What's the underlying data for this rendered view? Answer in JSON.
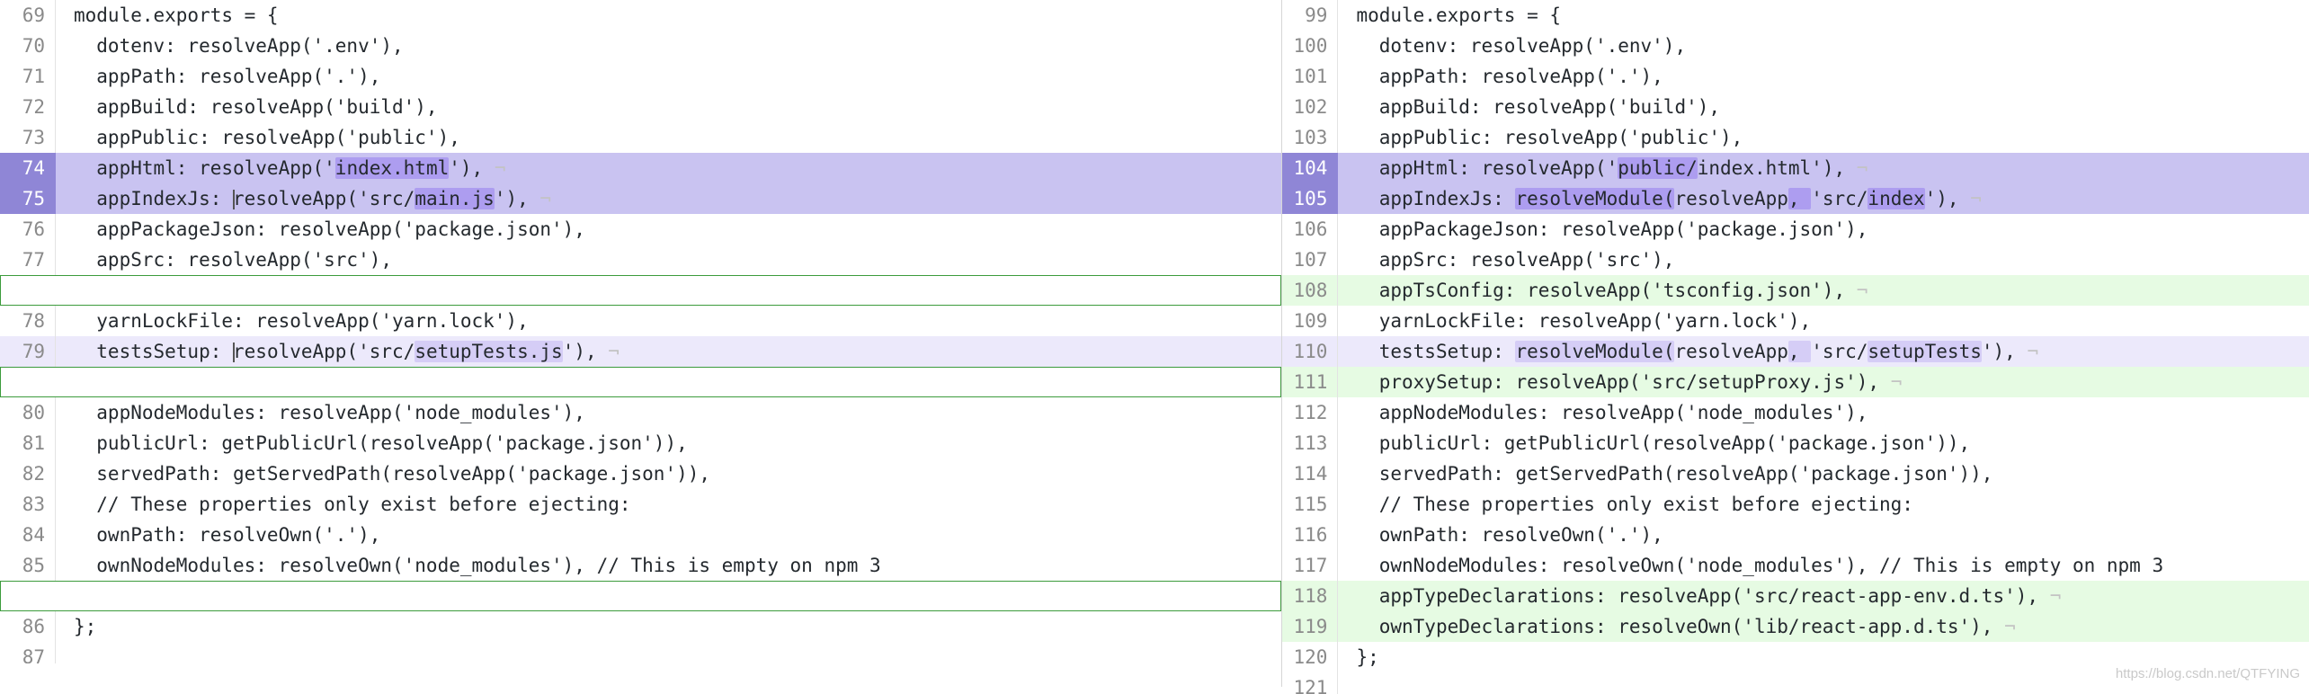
{
  "left": {
    "rows": [
      {
        "num": "69",
        "code": "module.exports = {"
      },
      {
        "num": "70",
        "code": "  dotenv: resolveApp('.env'),"
      },
      {
        "num": "71",
        "code": "  appPath: resolveApp('.'),"
      },
      {
        "num": "72",
        "code": "  appBuild: resolveApp('build'),"
      },
      {
        "num": "73",
        "code": "  appPublic: resolveApp('public'),"
      },
      {
        "num": "74",
        "pre": "  appHtml: resolveApp('",
        "hl1": "index.html",
        "post": "'),",
        "pilcrow": "¬"
      },
      {
        "num": "75",
        "pre": "  appIndexJs: ",
        "cursor": true,
        "pre2": "resolveApp('src/",
        "hl1": "main.js",
        "post": "'),",
        "pilcrow": "¬"
      },
      {
        "num": "76",
        "code": "  appPackageJson: resolveApp('package.json'),"
      },
      {
        "num": "77",
        "code": "  appSrc: resolveApp('src'),"
      },
      {
        "num": "78",
        "code": "  yarnLockFile: resolveApp('yarn.lock'),"
      },
      {
        "num": "79",
        "pre": "  testsSetup: ",
        "cursor": true,
        "pre2": "resolveApp('src/",
        "hl1": "setupTests.js",
        "post": "'),",
        "pilcrow": "¬"
      },
      {
        "num": "80",
        "code": "  appNodeModules: resolveApp('node_modules'),"
      },
      {
        "num": "81",
        "code": "  publicUrl: getPublicUrl(resolveApp('package.json')),"
      },
      {
        "num": "82",
        "code": "  servedPath: getServedPath(resolveApp('package.json')),"
      },
      {
        "num": "83",
        "code": "  // These properties only exist before ejecting:"
      },
      {
        "num": "84",
        "code": "  ownPath: resolveOwn('.'),"
      },
      {
        "num": "85",
        "code": "  ownNodeModules: resolveOwn('node_modules'), // This is empty on npm 3"
      },
      {
        "num": "86",
        "code": "};"
      },
      {
        "num": "87",
        "code": ""
      }
    ]
  },
  "right": {
    "rows": [
      {
        "num": "99",
        "code": "module.exports = {"
      },
      {
        "num": "100",
        "code": "  dotenv: resolveApp('.env'),"
      },
      {
        "num": "101",
        "code": "  appPath: resolveApp('.'),"
      },
      {
        "num": "102",
        "code": "  appBuild: resolveApp('build'),"
      },
      {
        "num": "103",
        "code": "  appPublic: resolveApp('public'),"
      },
      {
        "num": "104",
        "pre": "  appHtml: resolveApp('",
        "hl1": "public/",
        "post": "index.html'),",
        "pilcrow": "¬"
      },
      {
        "num": "105",
        "pre": "  appIndexJs: ",
        "hl1": "resolveModule(",
        "mid": "resolveApp",
        "hl2": ", ",
        "mid2": "'src/",
        "hl3": "index",
        "post": "'),",
        "pilcrow": "¬"
      },
      {
        "num": "106",
        "code": "  appPackageJson: resolveApp('package.json'),"
      },
      {
        "num": "107",
        "code": "  appSrc: resolveApp('src'),"
      },
      {
        "num": "108",
        "code": "  appTsConfig: resolveApp('tsconfig.json'),",
        "pilcrow": "¬"
      },
      {
        "num": "109",
        "code": "  yarnLockFile: resolveApp('yarn.lock'),"
      },
      {
        "num": "110",
        "pre": "  testsSetup: ",
        "hl1": "resolveModule(",
        "mid": "resolveApp",
        "hl2": ", ",
        "mid2": "'src/",
        "hl3": "setupTests",
        "post": "'),",
        "pilcrow": "¬"
      },
      {
        "num": "111",
        "code": "  proxySetup: resolveApp('src/setupProxy.js'),",
        "pilcrow": "¬"
      },
      {
        "num": "112",
        "code": "  appNodeModules: resolveApp('node_modules'),"
      },
      {
        "num": "113",
        "code": "  publicUrl: getPublicUrl(resolveApp('package.json')),"
      },
      {
        "num": "114",
        "code": "  servedPath: getServedPath(resolveApp('package.json')),"
      },
      {
        "num": "115",
        "code": "  // These properties only exist before ejecting:"
      },
      {
        "num": "116",
        "code": "  ownPath: resolveOwn('.'),"
      },
      {
        "num": "117",
        "code": "  ownNodeModules: resolveOwn('node_modules'), // This is empty on npm 3"
      },
      {
        "num": "118",
        "code": "  appTypeDeclarations: resolveApp('src/react-app-env.d.ts'),",
        "pilcrow": "¬"
      },
      {
        "num": "119",
        "code": "  ownTypeDeclarations: resolveOwn('lib/react-app.d.ts'),",
        "pilcrow": "¬"
      },
      {
        "num": "120",
        "code": "};"
      },
      {
        "num": "121",
        "code": ""
      }
    ]
  },
  "watermark": "https://blog.csdn.net/QTFYING"
}
